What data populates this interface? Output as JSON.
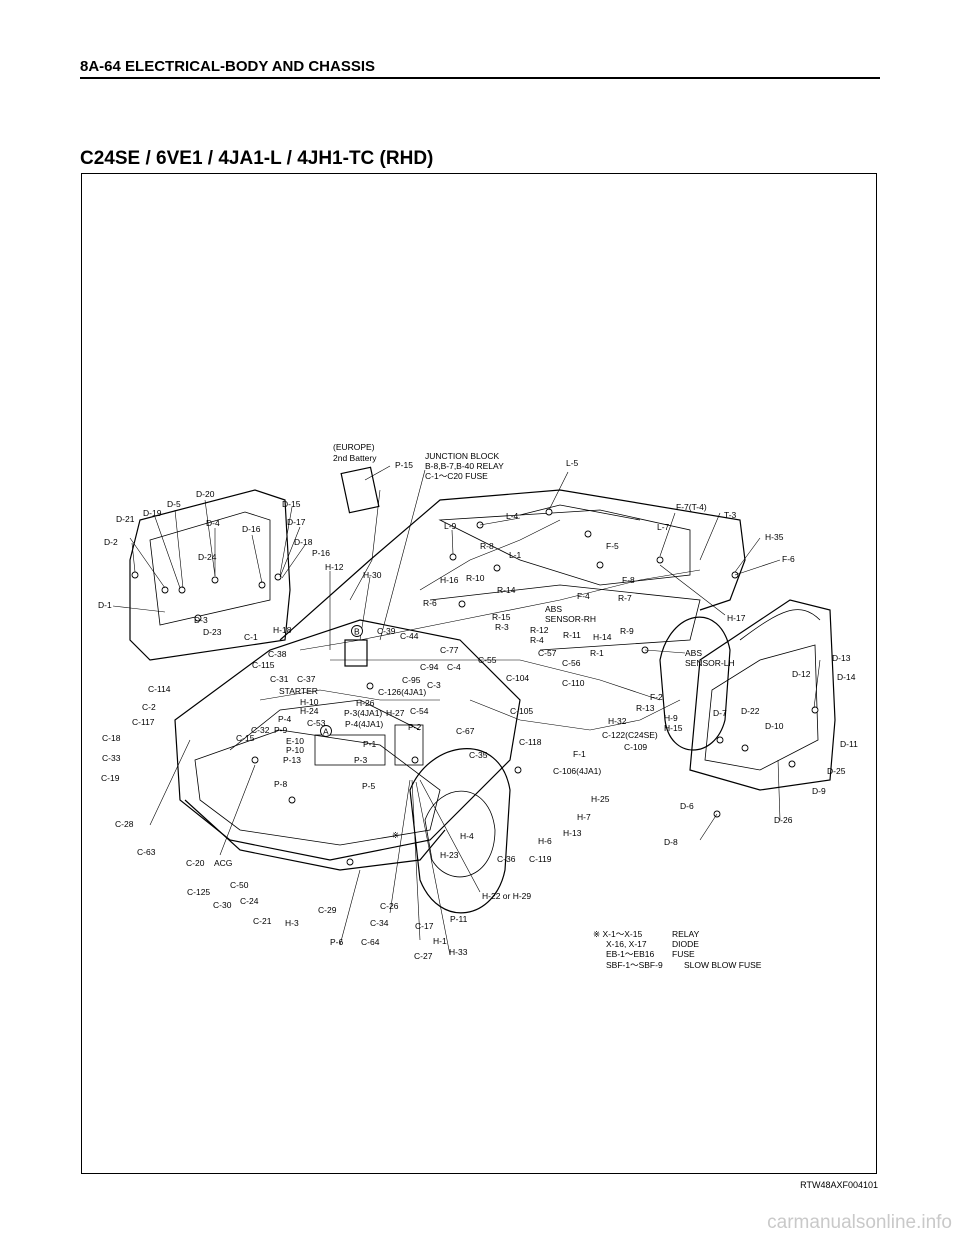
{
  "header": {
    "page_ref": "8A-64  ELECTRICAL-BODY AND CHASSIS"
  },
  "section": {
    "title": "C24SE / 6VE1 / 4JA1-L / 4JH1-TC (RHD)"
  },
  "figure": {
    "code": "RTW48AXF004101"
  },
  "footer": {
    "watermark": "carmanualsonline.info"
  },
  "labels": {
    "europe": "(EUROPE)",
    "battery2": "2nd Battery",
    "jb1": "JUNCTION BLOCK",
    "jb2": "B-8,B-7,B-40 RELAY",
    "jb3": "C-1～C20 FUSE",
    "p15": "P-15",
    "l5": "L-5",
    "d20": "D-20",
    "d21": "D-21",
    "d19": "D-19",
    "d5": "D-5",
    "d4": "D-4",
    "d16": "D-16",
    "d15": "D-15",
    "d17": "D-17",
    "d18": "D-18",
    "d2": "D-2",
    "d24": "D-24",
    "p16": "P-16",
    "h12": "H-12",
    "h30": "H-30",
    "d1": "D-1",
    "d3": "D-3",
    "d23": "D-23",
    "l9": "L-9",
    "l4": "L-4",
    "r8": "R-8",
    "l1": "L-1",
    "f7": "F-7(T-4)",
    "t3": "T-3",
    "l7": "L-7",
    "h35": "H-35",
    "f5": "F-5",
    "f6": "F-6",
    "f8": "F-8",
    "h16": "H-16",
    "r10": "R-10",
    "r14": "R-14",
    "r6": "R-6",
    "f4": "F-4",
    "r7": "R-7",
    "abs_rh1": "ABS",
    "abs_rh2": "SENSOR-RH",
    "r15": "R-15",
    "r3": "R-3",
    "r12": "R-12",
    "r4": "R-4",
    "h17": "H-17",
    "h18": "H-18",
    "c1": "C-1",
    "c39": "C-39",
    "c44": "C-44",
    "r11": "R-11",
    "h14": "H-14",
    "r9": "R-9",
    "c38": "C-38",
    "c77": "C-77",
    "c57": "C-57",
    "r1": "R-1",
    "abs_lh1": "ABS",
    "abs_lh2": "SENSOR-LH",
    "d13": "D-13",
    "c115": "C-115",
    "c94": "C-94",
    "c4": "C-4",
    "c55": "C-55",
    "c56": "C-56",
    "c31": "C-31",
    "c37": "C-37",
    "c95": "C-95",
    "c3": "C-3",
    "c104": "C-104",
    "c110": "C-110",
    "d12": "D-12",
    "d14": "D-14",
    "c114": "C-114",
    "starter": "STARTER",
    "c126": "C-126(4JA1)",
    "f2": "F-2",
    "h10": "H-10",
    "h26": "H-26",
    "c2": "C-2",
    "h24": "H-24",
    "p3": "P-3(4JA1)",
    "h27": "H-27",
    "c54": "C-54",
    "r13": "R-13",
    "h9": "H-9",
    "c105": "C-105",
    "h32": "H-32",
    "h15": "H-15",
    "d7": "D-7",
    "d22": "D-22",
    "p4": "P-4",
    "p44": "P-4(4JA1)",
    "d10": "D-10",
    "c117": "C-117",
    "c53": "C-53",
    "c67": "C-67",
    "c122": "C-122(C24SE)",
    "p9": "P-9",
    "c32": "C-32",
    "c18": "C-18",
    "c15": "C-15",
    "e10": "E-10",
    "p1": "P-1",
    "p2": "P-2",
    "c118": "C-118",
    "c109": "C-109",
    "d11": "D-11",
    "p10": "P-10",
    "f1": "F-1",
    "c33": "C-33",
    "p13": "P-13",
    "p3b": "P-3",
    "c35": "C-35",
    "c106": "C-106(4JA1)",
    "d25": "D-25",
    "c19": "C-19",
    "p8": "P-8",
    "h25": "H-25",
    "d9": "D-9",
    "p5": "P-5",
    "d6": "D-6",
    "h7": "H-7",
    "c28": "C-28",
    "h13": "H-13",
    "d26": "D-26",
    "h4": "H-4",
    "h6": "H-6",
    "d8": "D-8",
    "c63": "C-63",
    "h23": "H-23",
    "c36": "C-36",
    "c119": "C-119",
    "c20": "C-20",
    "acg": "ACG",
    "c125": "C-125",
    "c50": "C-50",
    "h22": "H-22 or H-29",
    "c30": "C-30",
    "c24": "C-24",
    "c26": "C-26",
    "c29": "C-29",
    "c21": "C-21",
    "h3": "H-3",
    "c34": "C-34",
    "c17": "C-17",
    "p11": "P-11",
    "p6": "P-6",
    "c64": "C-64",
    "h1": "H-1",
    "c27": "C-27",
    "h33": "H-33",
    "mark_a": "A",
    "mark_b": "B",
    "asterisk": "※"
  },
  "legend": {
    "rows": [
      {
        "code": "※ X-1～X-15",
        "desc": "RELAY"
      },
      {
        "code": "X-16, X-17",
        "desc": "DIODE"
      },
      {
        "code": "EB-1～EB16",
        "desc": "FUSE"
      },
      {
        "code": "SBF-1～SBF-9",
        "desc": "SLOW BLOW FUSE"
      }
    ]
  }
}
